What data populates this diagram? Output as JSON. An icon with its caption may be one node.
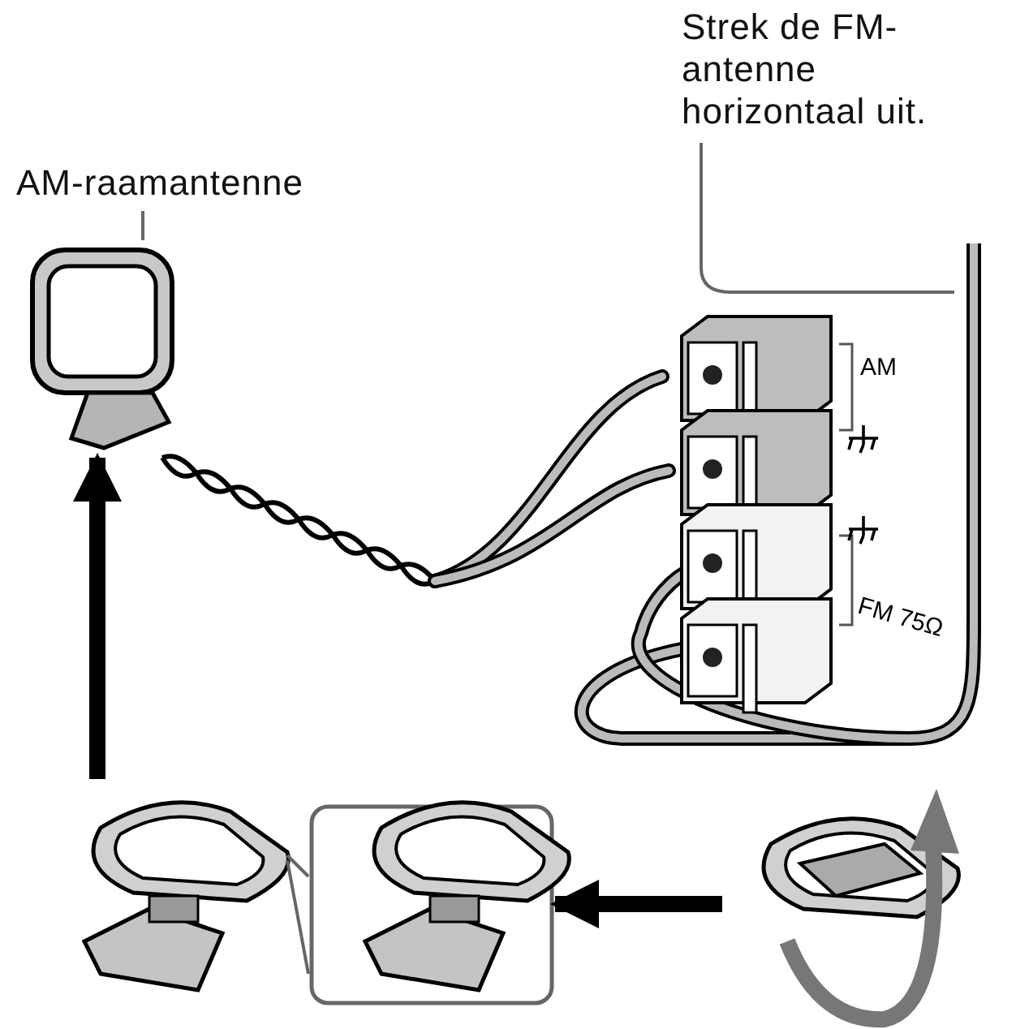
{
  "diagram": {
    "nodes": [
      {
        "text": [
          "AM-raamantenne"
        ]
      },
      {
        "text": [],
        "shape": "picture"
      },
      {
        "text": [
          "Strek de FM-antenne horizontaal uit."
        ]
      },
      {
        "text": [],
        "shape": "picture"
      },
      {
        "text": [],
        "shape": "picture"
      },
      {
        "text": [],
        "shape": "picture"
      },
      {
        "text": [],
        "shape": "picture"
      }
    ],
    "edges": [
      {
        "from": 0,
        "to": 1,
        "arrow": "none"
      },
      {
        "from": 2,
        "to": 3,
        "arrow": "none"
      },
      {
        "from": 6,
        "to": 5,
        "arrow": "to",
        "style": "thick",
        "color": "#000000"
      },
      {
        "from": 4,
        "to": 1,
        "arrow": "to",
        "style": "thick",
        "color": "#000000"
      },
      {
        "from": 4,
        "to": 5,
        "arrow": "none"
      }
    ],
    "labels": [
      "AM",
      "FM 75Ω"
    ]
  }
}
